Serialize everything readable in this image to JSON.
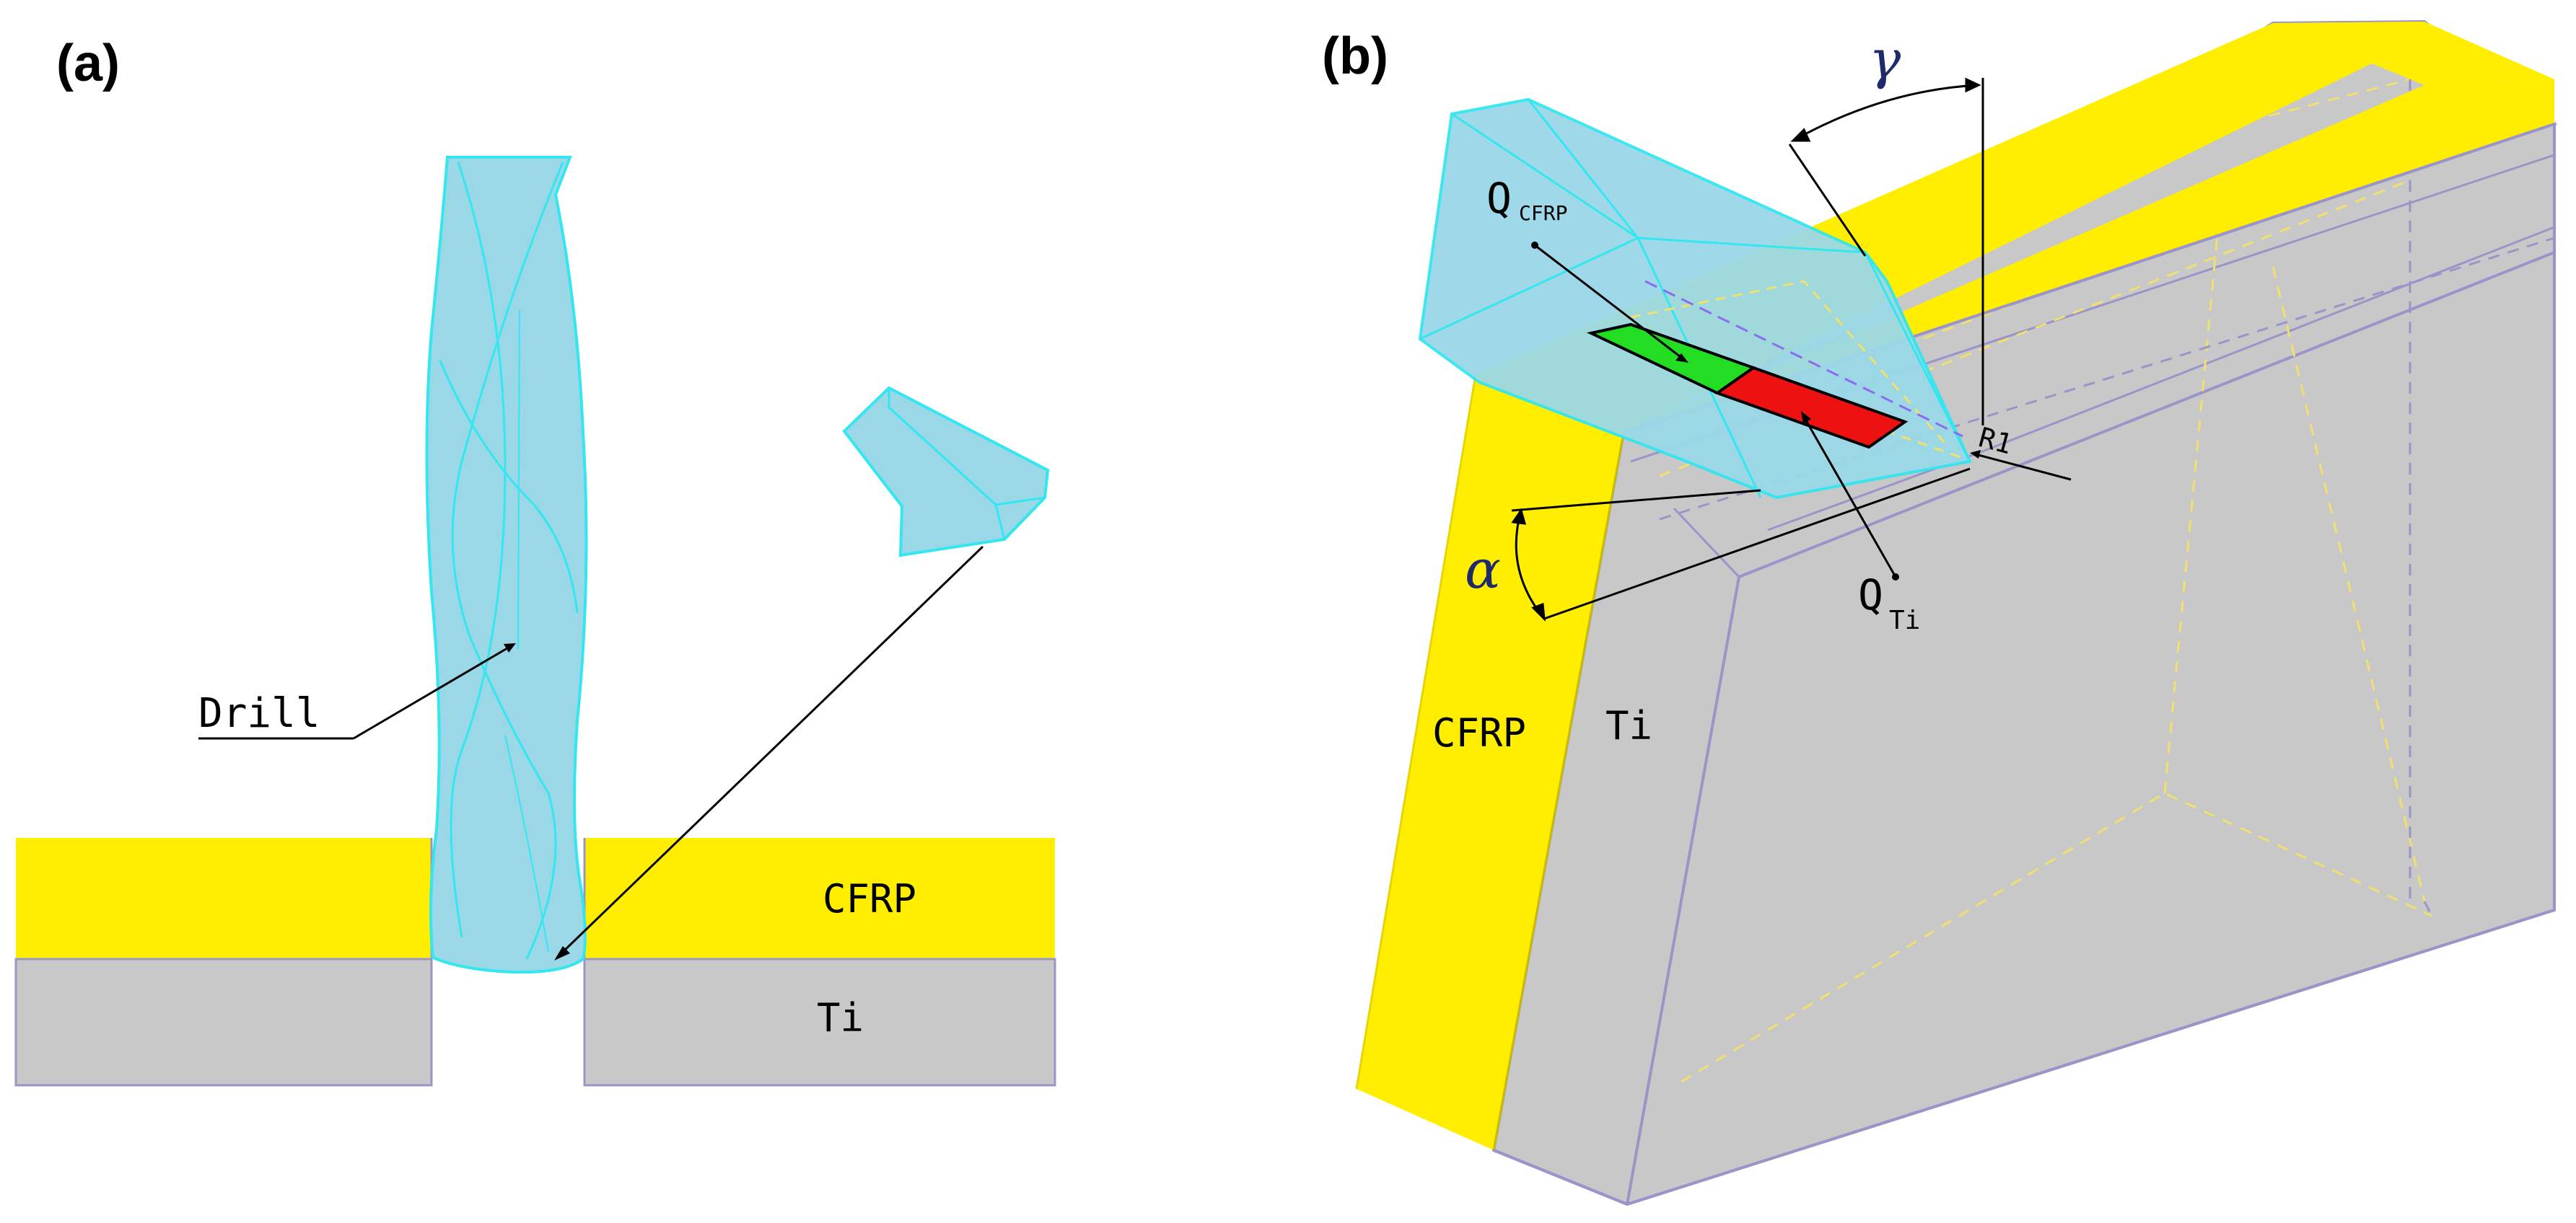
{
  "panel_a": {
    "label": "(a)",
    "drill_label": "Drill",
    "cfrp_label": "CFRP",
    "ti_label": "Ti"
  },
  "panel_b": {
    "label": "(b)",
    "cfrp_label": "CFRP",
    "ti_label": "Ti",
    "alpha_symbol": "α",
    "gamma_symbol": "γ",
    "q_cfrp_main": "Q",
    "q_cfrp_sub": "CFRP",
    "q_ti_main": "Q",
    "q_ti_sub": "Ti",
    "r1_label": "R1"
  },
  "colors": {
    "cfrp_yellow": "#ffee00",
    "ti_gray": "#c8c8c8",
    "tool_cyan": "#9ad8e8",
    "tool_edge": "#33e6f0",
    "heat_green": "#22dd22",
    "heat_red": "#ee1111",
    "outline_lavender": "#9a94c8"
  }
}
